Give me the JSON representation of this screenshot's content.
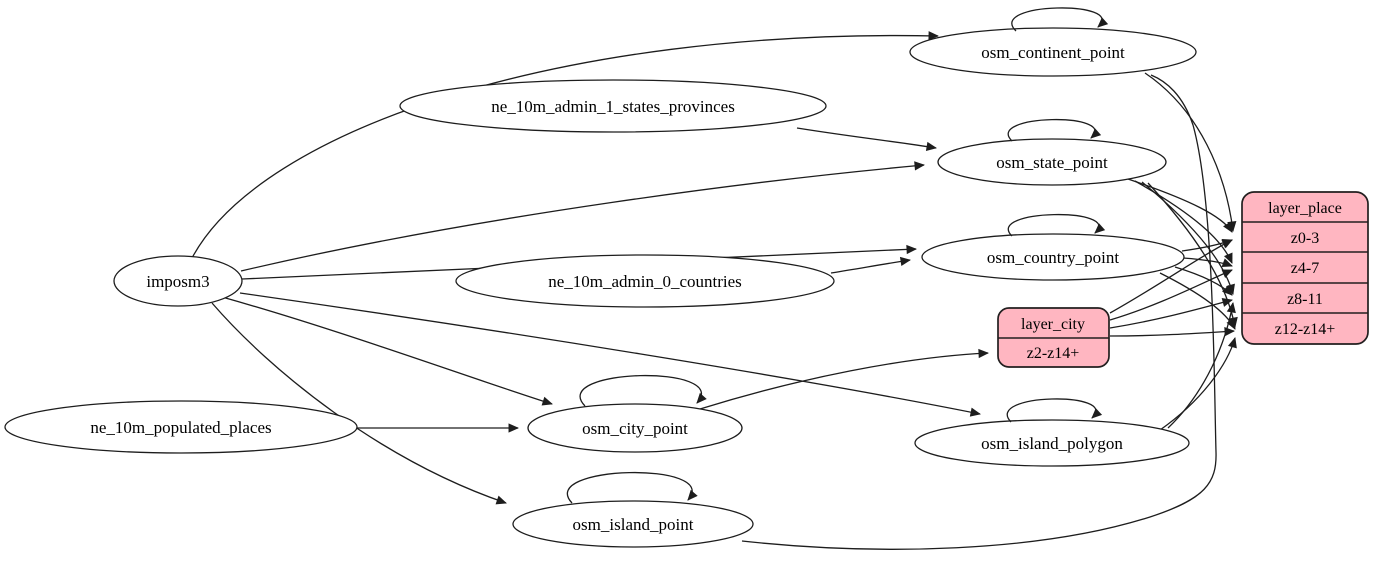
{
  "diagram": {
    "kind": "etl-graph",
    "colors": {
      "background": "#ffffff",
      "node_fill": "#ffffff",
      "node_stroke": "#1d1d1d",
      "record_fill": "#ffb6c1",
      "record_stroke": "#221f1f",
      "edge": "#1d1d1d",
      "text": "#000000"
    },
    "nodes": [
      {
        "id": "imposm3",
        "label": "imposm3",
        "shape": "ellipse",
        "self_loop": false
      },
      {
        "id": "ne_10m_admin_1_states_provinces",
        "label": "ne_10m_admin_1_states_provinces",
        "shape": "ellipse",
        "self_loop": false
      },
      {
        "id": "ne_10m_admin_0_countries",
        "label": "ne_10m_admin_0_countries",
        "shape": "ellipse",
        "self_loop": false
      },
      {
        "id": "ne_10m_populated_places",
        "label": "ne_10m_populated_places",
        "shape": "ellipse",
        "self_loop": false
      },
      {
        "id": "osm_continent_point",
        "label": "osm_continent_point",
        "shape": "ellipse",
        "self_loop": true
      },
      {
        "id": "osm_state_point",
        "label": "osm_state_point",
        "shape": "ellipse",
        "self_loop": true
      },
      {
        "id": "osm_country_point",
        "label": "osm_country_point",
        "shape": "ellipse",
        "self_loop": true
      },
      {
        "id": "osm_city_point",
        "label": "osm_city_point",
        "shape": "ellipse",
        "self_loop": true
      },
      {
        "id": "osm_island_polygon",
        "label": "osm_island_polygon",
        "shape": "ellipse",
        "self_loop": true
      },
      {
        "id": "osm_island_point",
        "label": "osm_island_point",
        "shape": "ellipse",
        "self_loop": true
      }
    ],
    "records": [
      {
        "id": "layer_place",
        "title": "layer_place",
        "rows": [
          "z0-3",
          "z4-7",
          "z8-11",
          "z12-z14+"
        ]
      },
      {
        "id": "layer_city",
        "title": "layer_city",
        "rows": [
          "z2-z14+"
        ]
      }
    ],
    "edges": [
      {
        "from": "imposm3",
        "to": "osm_continent_point"
      },
      {
        "from": "imposm3",
        "to": "osm_state_point"
      },
      {
        "from": "imposm3",
        "to": "osm_country_point"
      },
      {
        "from": "imposm3",
        "to": "osm_city_point"
      },
      {
        "from": "imposm3",
        "to": "osm_island_polygon"
      },
      {
        "from": "imposm3",
        "to": "osm_island_point"
      },
      {
        "from": "ne_10m_admin_1_states_provinces",
        "to": "osm_state_point"
      },
      {
        "from": "ne_10m_admin_0_countries",
        "to": "osm_country_point"
      },
      {
        "from": "ne_10m_populated_places",
        "to": "osm_city_point"
      },
      {
        "from": "osm_continent_point",
        "to": "osm_continent_point"
      },
      {
        "from": "osm_state_point",
        "to": "osm_state_point"
      },
      {
        "from": "osm_country_point",
        "to": "osm_country_point"
      },
      {
        "from": "osm_city_point",
        "to": "osm_city_point"
      },
      {
        "from": "osm_island_polygon",
        "to": "osm_island_polygon"
      },
      {
        "from": "osm_island_point",
        "to": "osm_island_point"
      },
      {
        "from": "osm_city_point",
        "to": "layer_city:z2-z14+"
      },
      {
        "from": "layer_city",
        "to": "layer_place:z0-3"
      },
      {
        "from": "layer_city",
        "to": "layer_place:z4-7"
      },
      {
        "from": "layer_city",
        "to": "layer_place:z8-11"
      },
      {
        "from": "layer_city",
        "to": "layer_place:z12-z14+"
      },
      {
        "from": "osm_continent_point",
        "to": "layer_place:z0-3"
      },
      {
        "from": "osm_state_point",
        "to": "layer_place:z0-3"
      },
      {
        "from": "osm_state_point",
        "to": "layer_place:z4-7"
      },
      {
        "from": "osm_state_point",
        "to": "layer_place:z8-11"
      },
      {
        "from": "osm_state_point",
        "to": "layer_place:z12-z14+"
      },
      {
        "from": "osm_country_point",
        "to": "layer_place:z0-3"
      },
      {
        "from": "osm_country_point",
        "to": "layer_place:z4-7"
      },
      {
        "from": "osm_country_point",
        "to": "layer_place:z8-11"
      },
      {
        "from": "osm_country_point",
        "to": "layer_place:z12-z14+"
      },
      {
        "from": "osm_island_polygon",
        "to": "layer_place:z8-11"
      },
      {
        "from": "osm_island_polygon",
        "to": "layer_place:z12-z14+"
      },
      {
        "from": "osm_island_point",
        "to": "layer_place:z12-z14+"
      }
    ]
  }
}
